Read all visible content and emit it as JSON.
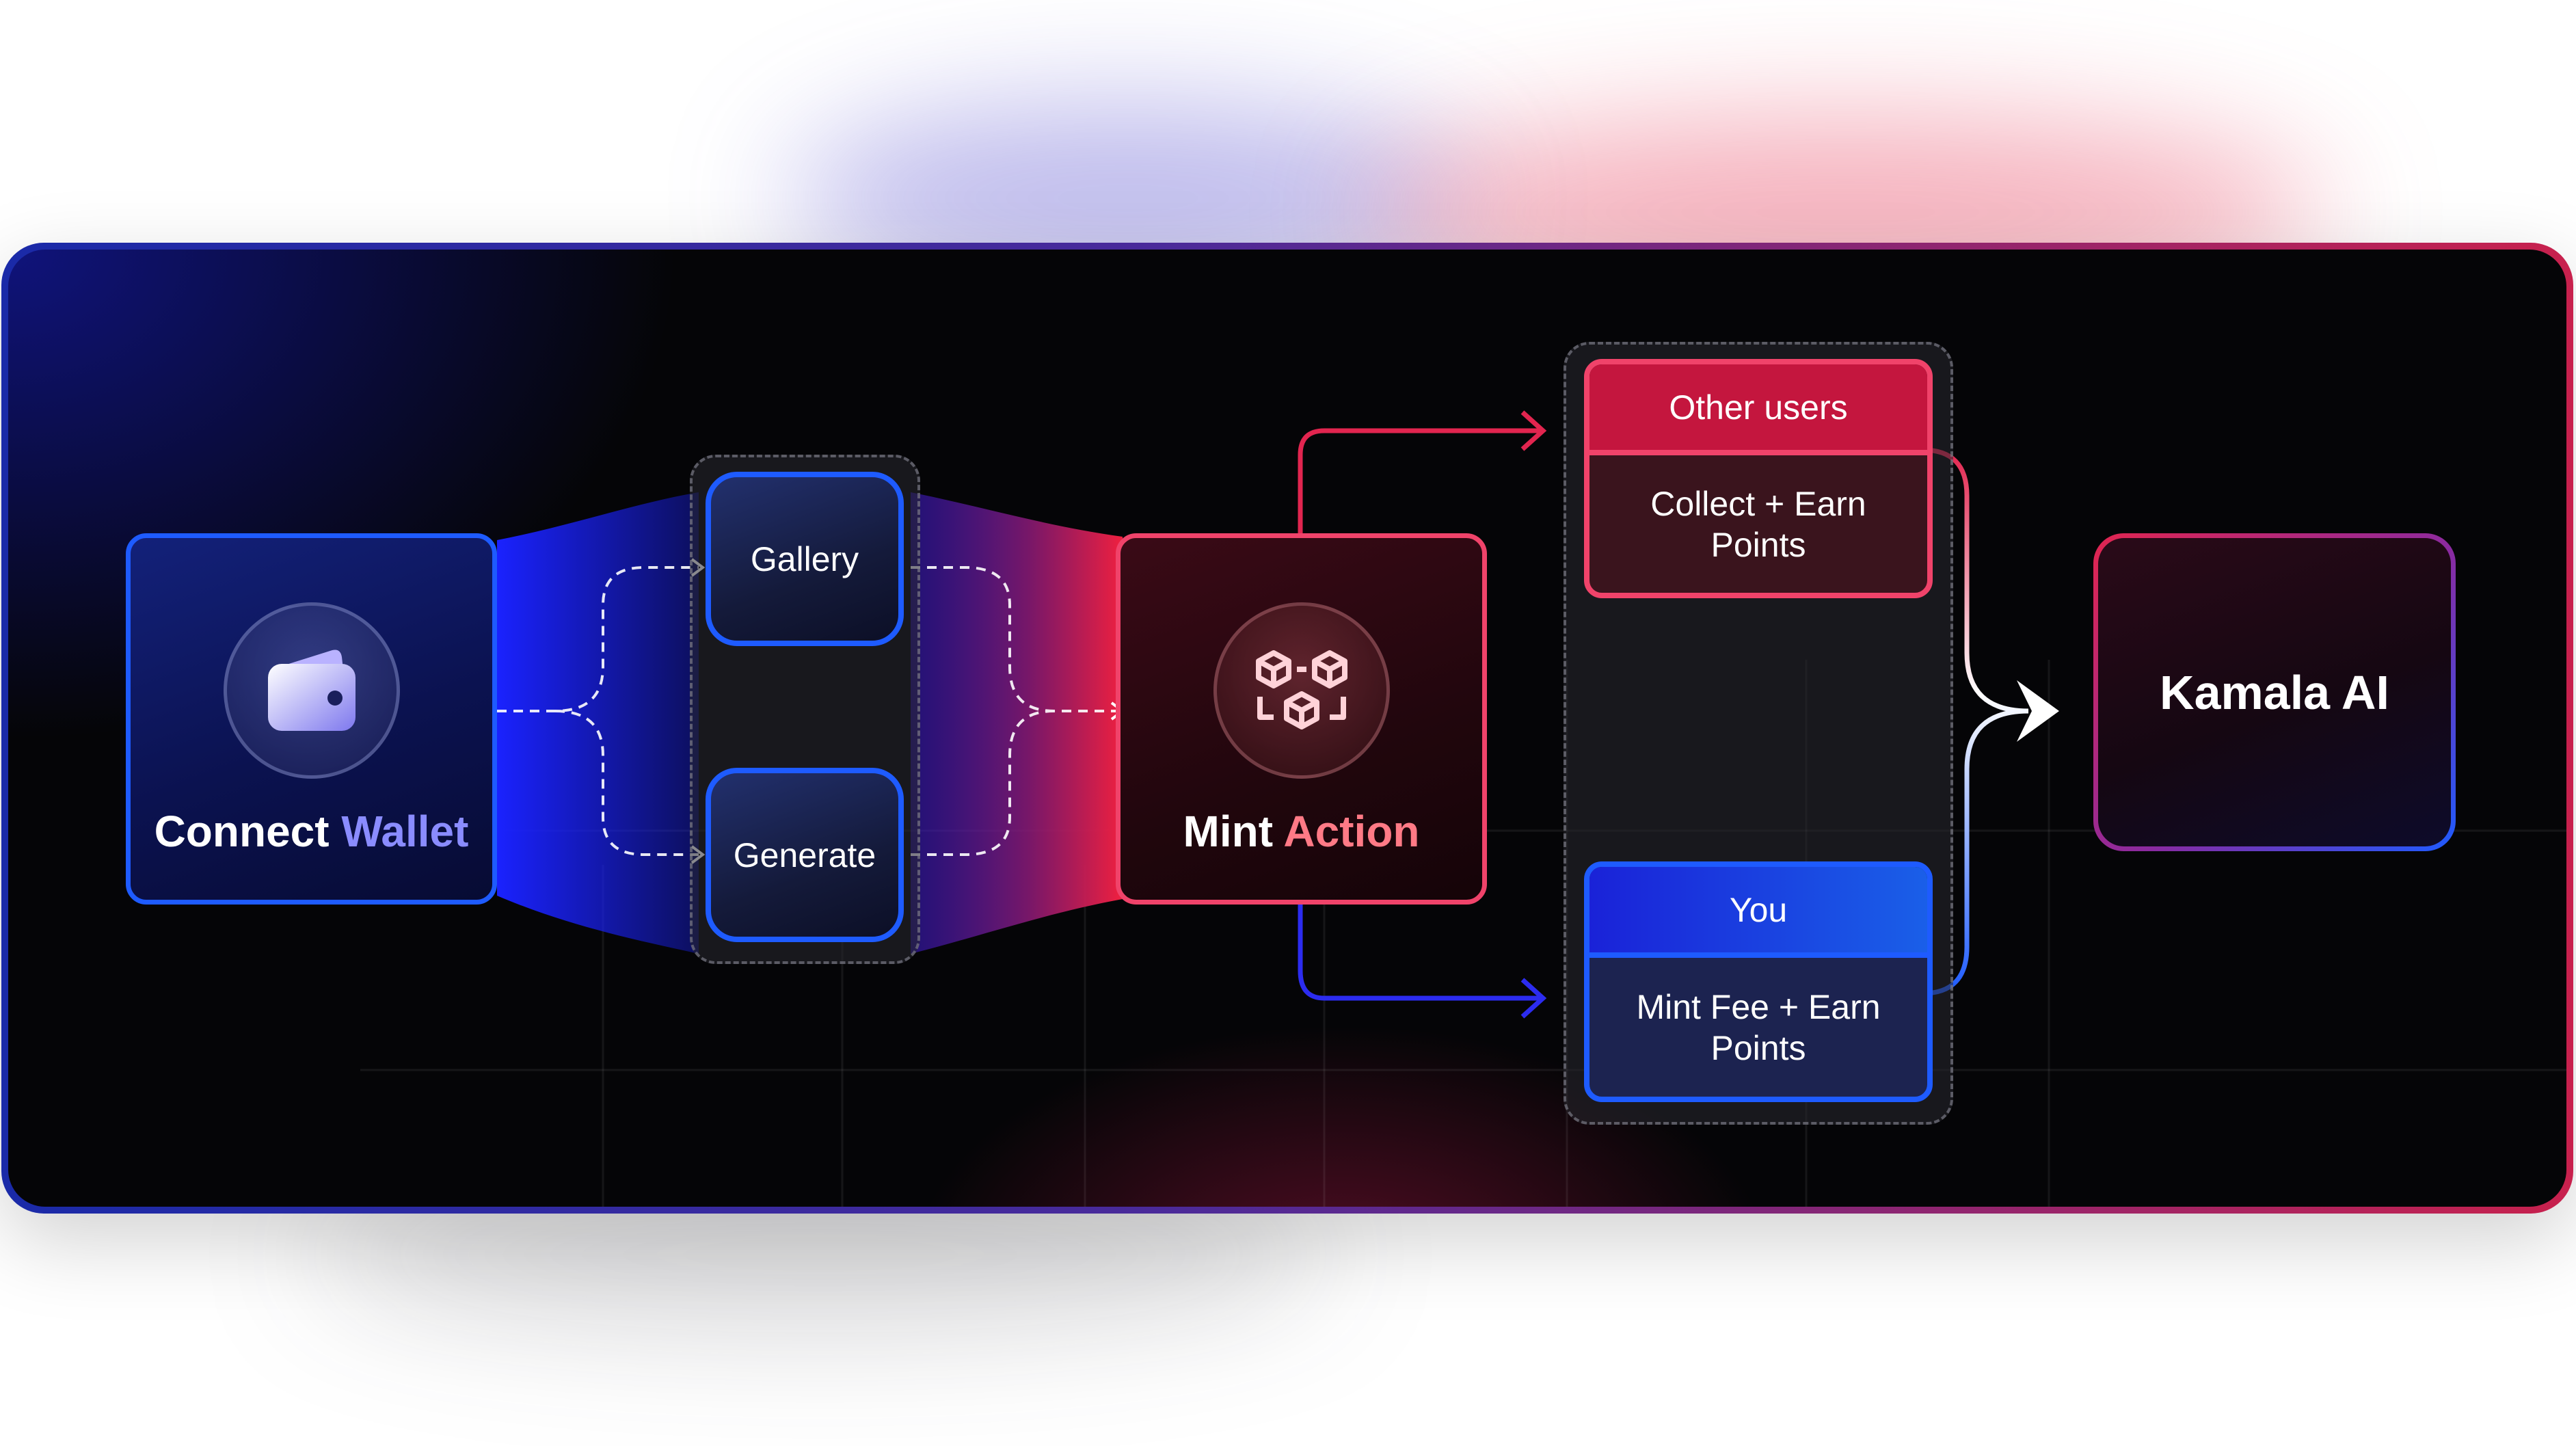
{
  "nodes": {
    "connect_wallet": {
      "title_part1": "Connect",
      "title_part2": "Wallet",
      "icon": "wallet-icon"
    },
    "gallery": {
      "label": "Gallery"
    },
    "generate": {
      "label": "Generate"
    },
    "mint_action": {
      "title_part1": "Mint",
      "title_part2": "Action",
      "icon": "blocks-icon"
    },
    "other_users": {
      "header": "Other users",
      "body_line1": "Collect + Earn",
      "body_line2": "Points"
    },
    "you": {
      "header": "You",
      "body_line1": "Mint Fee + Earn",
      "body_line2": "Points"
    },
    "kamala_ai": {
      "title": "Kamala AI"
    }
  },
  "colors": {
    "blue": "#1e5bff",
    "red": "#e2254f",
    "accent_blue_text": "#8a8cff",
    "accent_red_text": "#ff7a86",
    "panel_bg": "#050507"
  }
}
